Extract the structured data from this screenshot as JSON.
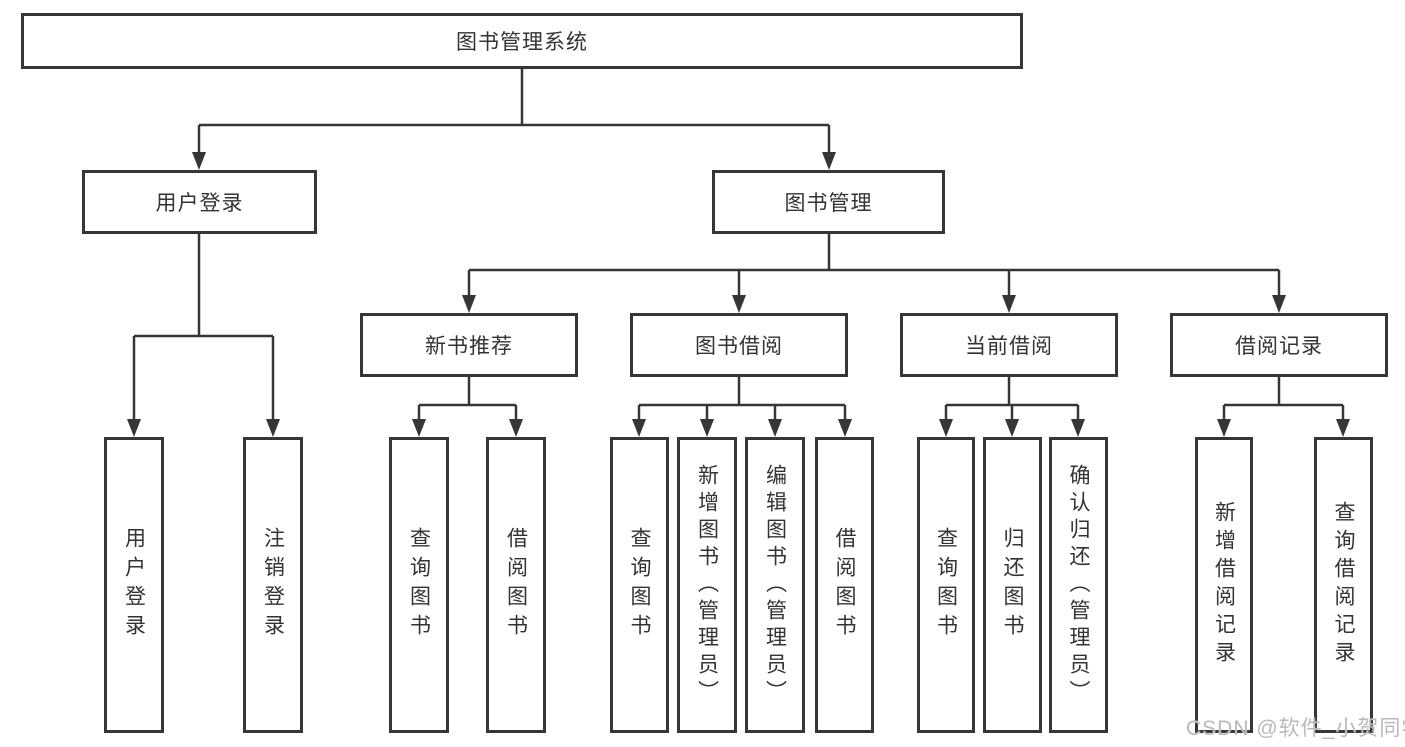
{
  "diagram": {
    "type": "hierarchy-tree",
    "colors": {
      "line": "#363636",
      "box_border": "#363636",
      "text": "#333333",
      "background": "#ffffff",
      "watermark_text_color": "#b9b9b9"
    },
    "tree": {
      "label": "图书管理系统",
      "children": [
        {
          "label": "用户登录",
          "children": [
            {
              "label": "用户登录"
            },
            {
              "label": "注销登录"
            }
          ]
        },
        {
          "label": "图书管理",
          "children": [
            {
              "label": "新书推荐",
              "children": [
                {
                  "label": "查询图书"
                },
                {
                  "label": "借阅图书"
                }
              ]
            },
            {
              "label": "图书借阅",
              "children": [
                {
                  "label": "查询图书"
                },
                {
                  "label": "新增图书（管理员）"
                },
                {
                  "label": "编辑图书（管理员）"
                },
                {
                  "label": "借阅图书"
                }
              ]
            },
            {
              "label": "当前借阅",
              "children": [
                {
                  "label": "查询图书"
                },
                {
                  "label": "归还图书"
                },
                {
                  "label": "确认归还（管理员）"
                }
              ]
            },
            {
              "label": "借阅记录",
              "children": [
                {
                  "label": "新增借阅记录"
                },
                {
                  "label": "查询借阅记录"
                }
              ]
            }
          ]
        }
      ]
    },
    "watermark": "CSDN @软件_小贺同学"
  }
}
